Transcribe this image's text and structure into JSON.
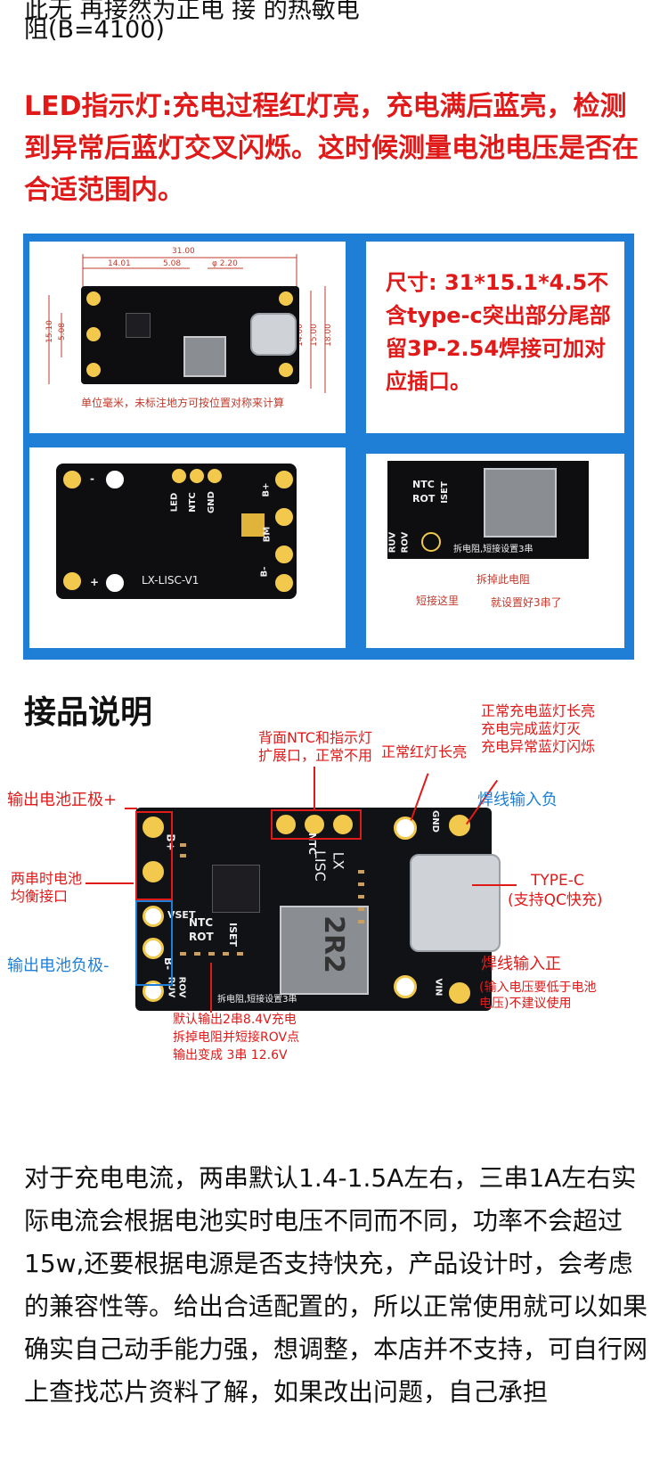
{
  "intro": {
    "line1": "此无   再接然为正电   接   的热敏电",
    "line2": "阻(B=4100)"
  },
  "led_note": "LED指示灯:充电过程红灯亮，充电满后蓝亮，检测到异常后蓝灯交叉闪烁。这时候测量电池电压是否在合适范围内。",
  "panel": {
    "dims": {
      "top_total": "31.00",
      "seg1": "14.01",
      "seg2": "5.08",
      "seg3": "φ 2.20",
      "left1": "15.10",
      "left2": "5.08",
      "right1": "14.00",
      "right2": "15.00",
      "right3": "18.00",
      "footnote": "单位毫米，未标注地方可按位置对称来计算"
    },
    "spec_text": "尺寸: 31*15.1*4.5不含type-c突出部分尾部留3P-2.54焊接可加对应插口。",
    "board_back": {
      "label_model": "LX-LISC-V1",
      "label_led": "LED",
      "label_ntc": "NTC",
      "label_gnd": "GND",
      "label_bplus": "B+",
      "label_bm": "BM",
      "label_bminus": "B-",
      "label_minus": "-",
      "label_plus": "+"
    },
    "closeup": {
      "label_ntc": "NTC",
      "label_rot": "ROT",
      "label_iset": "ISET",
      "label_ruv": "RUV",
      "label_rov": "ROV",
      "silk_note": "拆电阻,短接设置3串",
      "cap_short": "短接这里",
      "cap_remove": "拆掉此电阻",
      "cap_set": "就设置好3串了"
    }
  },
  "section_title": "接品说明",
  "diagram": {
    "ann_back_ntc": "背面NTC和指示灯",
    "ann_back_ntc2": "扩展口，正常不用",
    "ann_red_led": "正常红灯长亮",
    "ann_blue1": "正常充电蓝灯长亮",
    "ann_blue2": "充电完成蓝灯灭",
    "ann_blue3": "充电异常蓝灯闪烁",
    "ann_out_pos": "输出电池正极+",
    "ann_balance1": "两串时电池",
    "ann_balance2": "均衡接口",
    "ann_out_neg": "输出电池负极-",
    "ann_in_neg": "焊线输入负",
    "ann_typec1": "TYPE-C",
    "ann_typec2": "(支持QC快充)",
    "ann_in_pos": "焊线输入正",
    "ann_in_pos_note1": "(输入电压要低于电池",
    "ann_in_pos_note2": "电压)不建议使用",
    "ann_default1": "默认输出2串8.4V充电",
    "ann_default2": "拆掉电阻并短接ROV点",
    "ann_default3": "输出变成 3串 12.6V",
    "silk_bplus": "B+",
    "silk_bminus": "B-",
    "silk_vset": "VSET",
    "silk_ntc": "NTC",
    "silk_rot": "ROT",
    "silk_iset": "ISET",
    "silk_lx": "LX",
    "silk_lisc": "LISC",
    "silk_gnd": "GND",
    "silk_vin": "VIN",
    "silk_ruv": "RUV",
    "silk_rov": "ROV",
    "silk_note": "拆电阻,短接设置3串",
    "inductor": "2R2"
  },
  "bottom_note": "对于充电电流，两串默认1.4-1.5A左右，三串1A左右实际电流会根据电池实时电压不同而不同，功率不会超过15w,还要根据电源是否支持快充，产品设计时，会考虑的兼容性等。给出合适配置的，所以正常使用就可以如果确实自己动手能力强，想调整，本店并不支持，可自行网上查找芯片资料了解，如果改出问题，自己承担"
}
